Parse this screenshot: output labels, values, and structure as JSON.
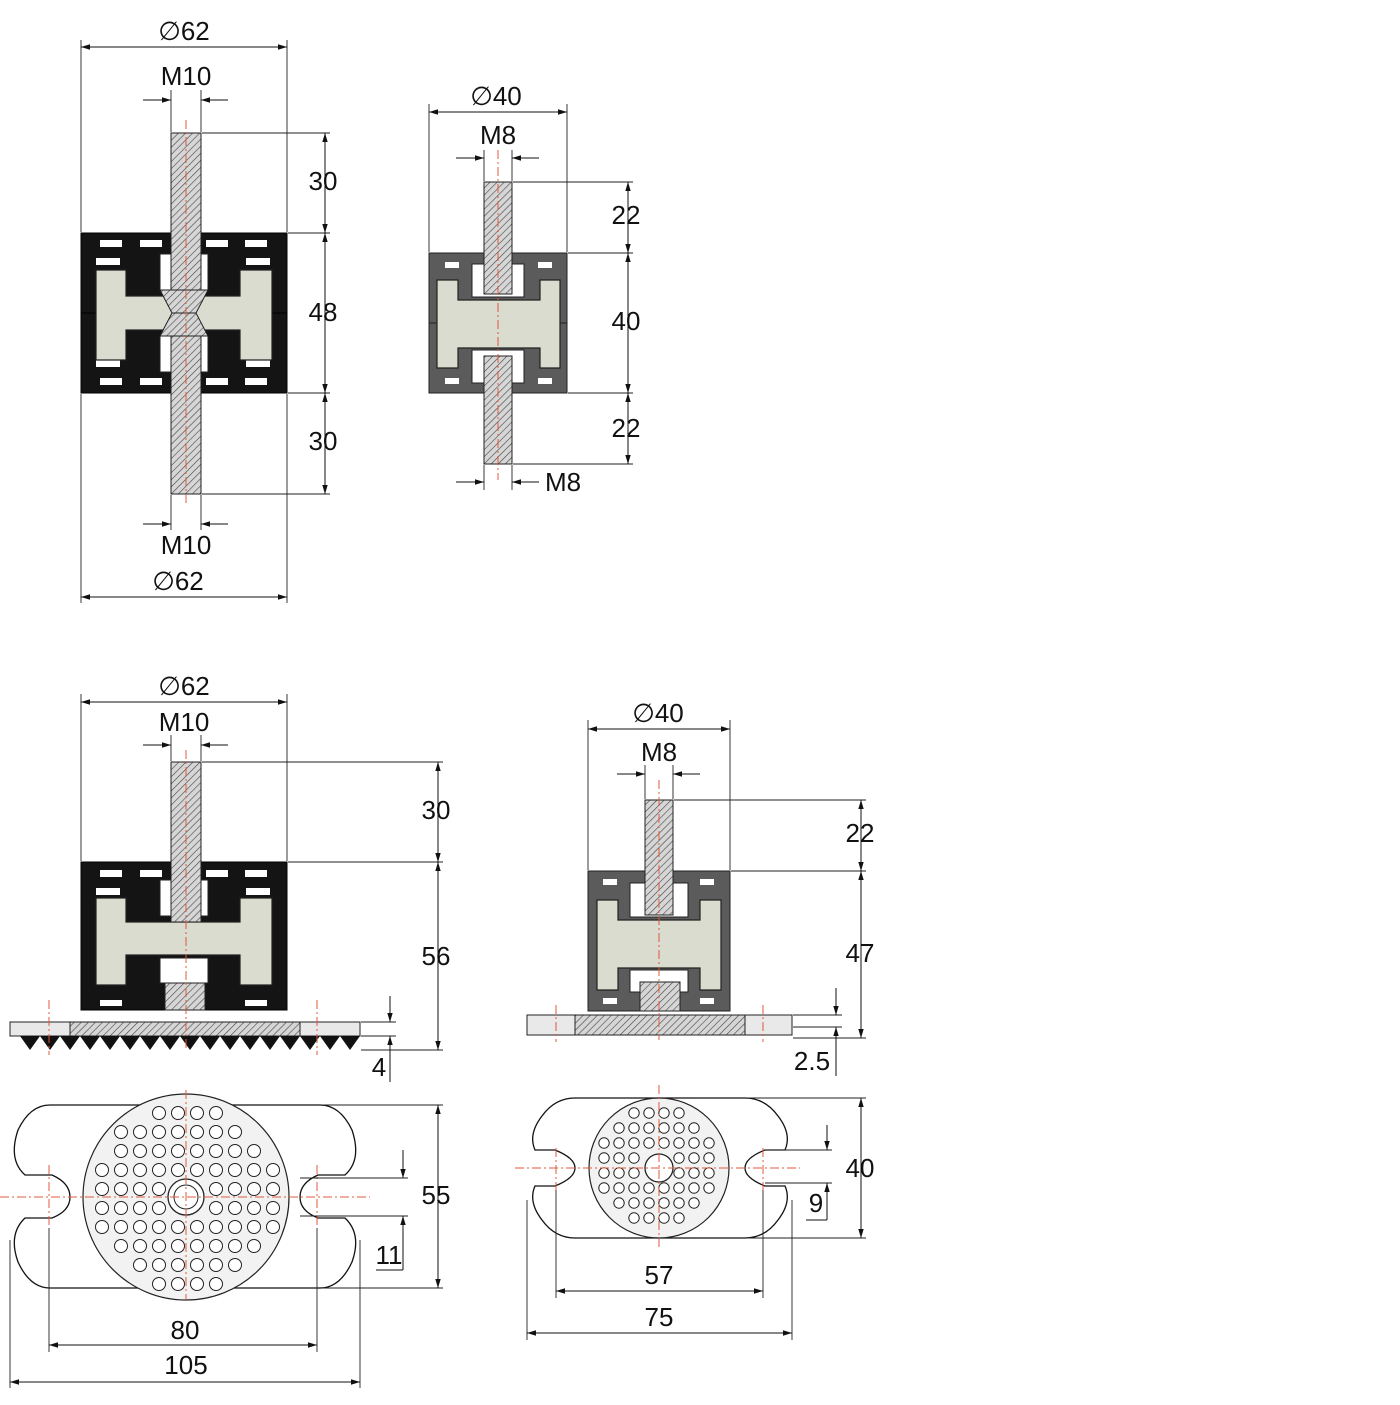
{
  "dimensions": {
    "a_diameter_top": "∅62",
    "a_thread_top": "M10",
    "a_stud_top": "30",
    "a_body_height": "48",
    "a_stud_bottom": "30",
    "a_thread_bottom": "M10",
    "a_diameter_bottom": "∅62",
    "b_diameter": "∅40",
    "b_thread_top": "M8",
    "b_stud_top": "22",
    "b_body_height": "40",
    "b_stud_bottom": "22",
    "b_thread_bottom": "M8",
    "c_diameter": "∅62",
    "c_thread": "M10",
    "c_stud": "30",
    "c_body_height": "56",
    "c_plate_thickness": "4",
    "c_plate_width": "55",
    "c_slot_width": "11",
    "c_hole_spacing": "80",
    "c_plate_length": "105",
    "d_diameter": "∅40",
    "d_thread": "M8",
    "d_stud": "22",
    "d_body_height": "47",
    "d_plate_thickness": "2.5",
    "d_plate_width": "40",
    "d_slot_width": "9",
    "d_hole_spacing": "57",
    "d_plate_length": "75"
  }
}
